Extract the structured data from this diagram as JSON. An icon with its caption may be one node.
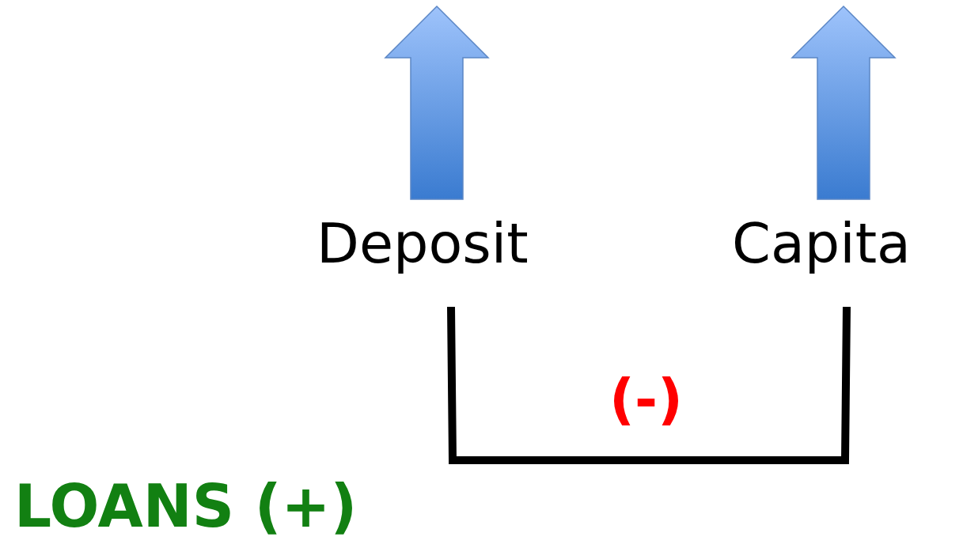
{
  "diagram": {
    "nodes": [
      {
        "text": [
          "Deposit"
        ]
      },
      {
        "text": [
          "Capita"
        ]
      }
    ],
    "edges": [
      {
        "from": 0,
        "to": 1,
        "arrow": "none",
        "label": "(-)"
      }
    ],
    "labels": [
      "LOANS (+)"
    ]
  }
}
